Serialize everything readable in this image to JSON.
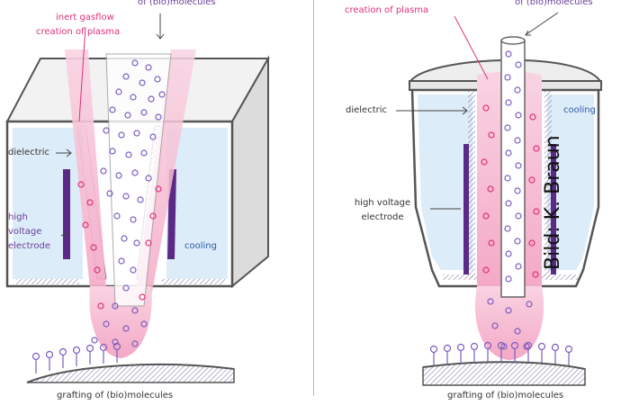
{
  "left_panel": {
    "molecules_label": "of (bio)molecules",
    "gasflow_label": "inert gasflow",
    "plasma_label": "creation of plasma",
    "dielectric_label": "dielectric",
    "electrode_label_1": "high",
    "electrode_label_2": "voltage",
    "electrode_label_3": "electrode",
    "cooling_label": "cooling",
    "grafting_label": "grafting of (bio)molecules"
  },
  "right_panel": {
    "plasma_label": "creation of plasma",
    "molecules_label": "of (bio)molecules",
    "dielectric_label": "dielectric",
    "cooling_label": "cooling",
    "electrode_label_1": "high voltage",
    "electrode_label_2": "electrode",
    "grafting_label": "grafting of (bio)molecules"
  },
  "credit": "Bild: K. Braun",
  "colors": {
    "plasma": "#f7c6d8",
    "cooling": "#dcecf8",
    "electrode": "#5b2a86",
    "molecule": "#7b5cc0",
    "outline": "#555555",
    "label_pink": "#e0307a",
    "label_purple": "#6a3d9a"
  }
}
